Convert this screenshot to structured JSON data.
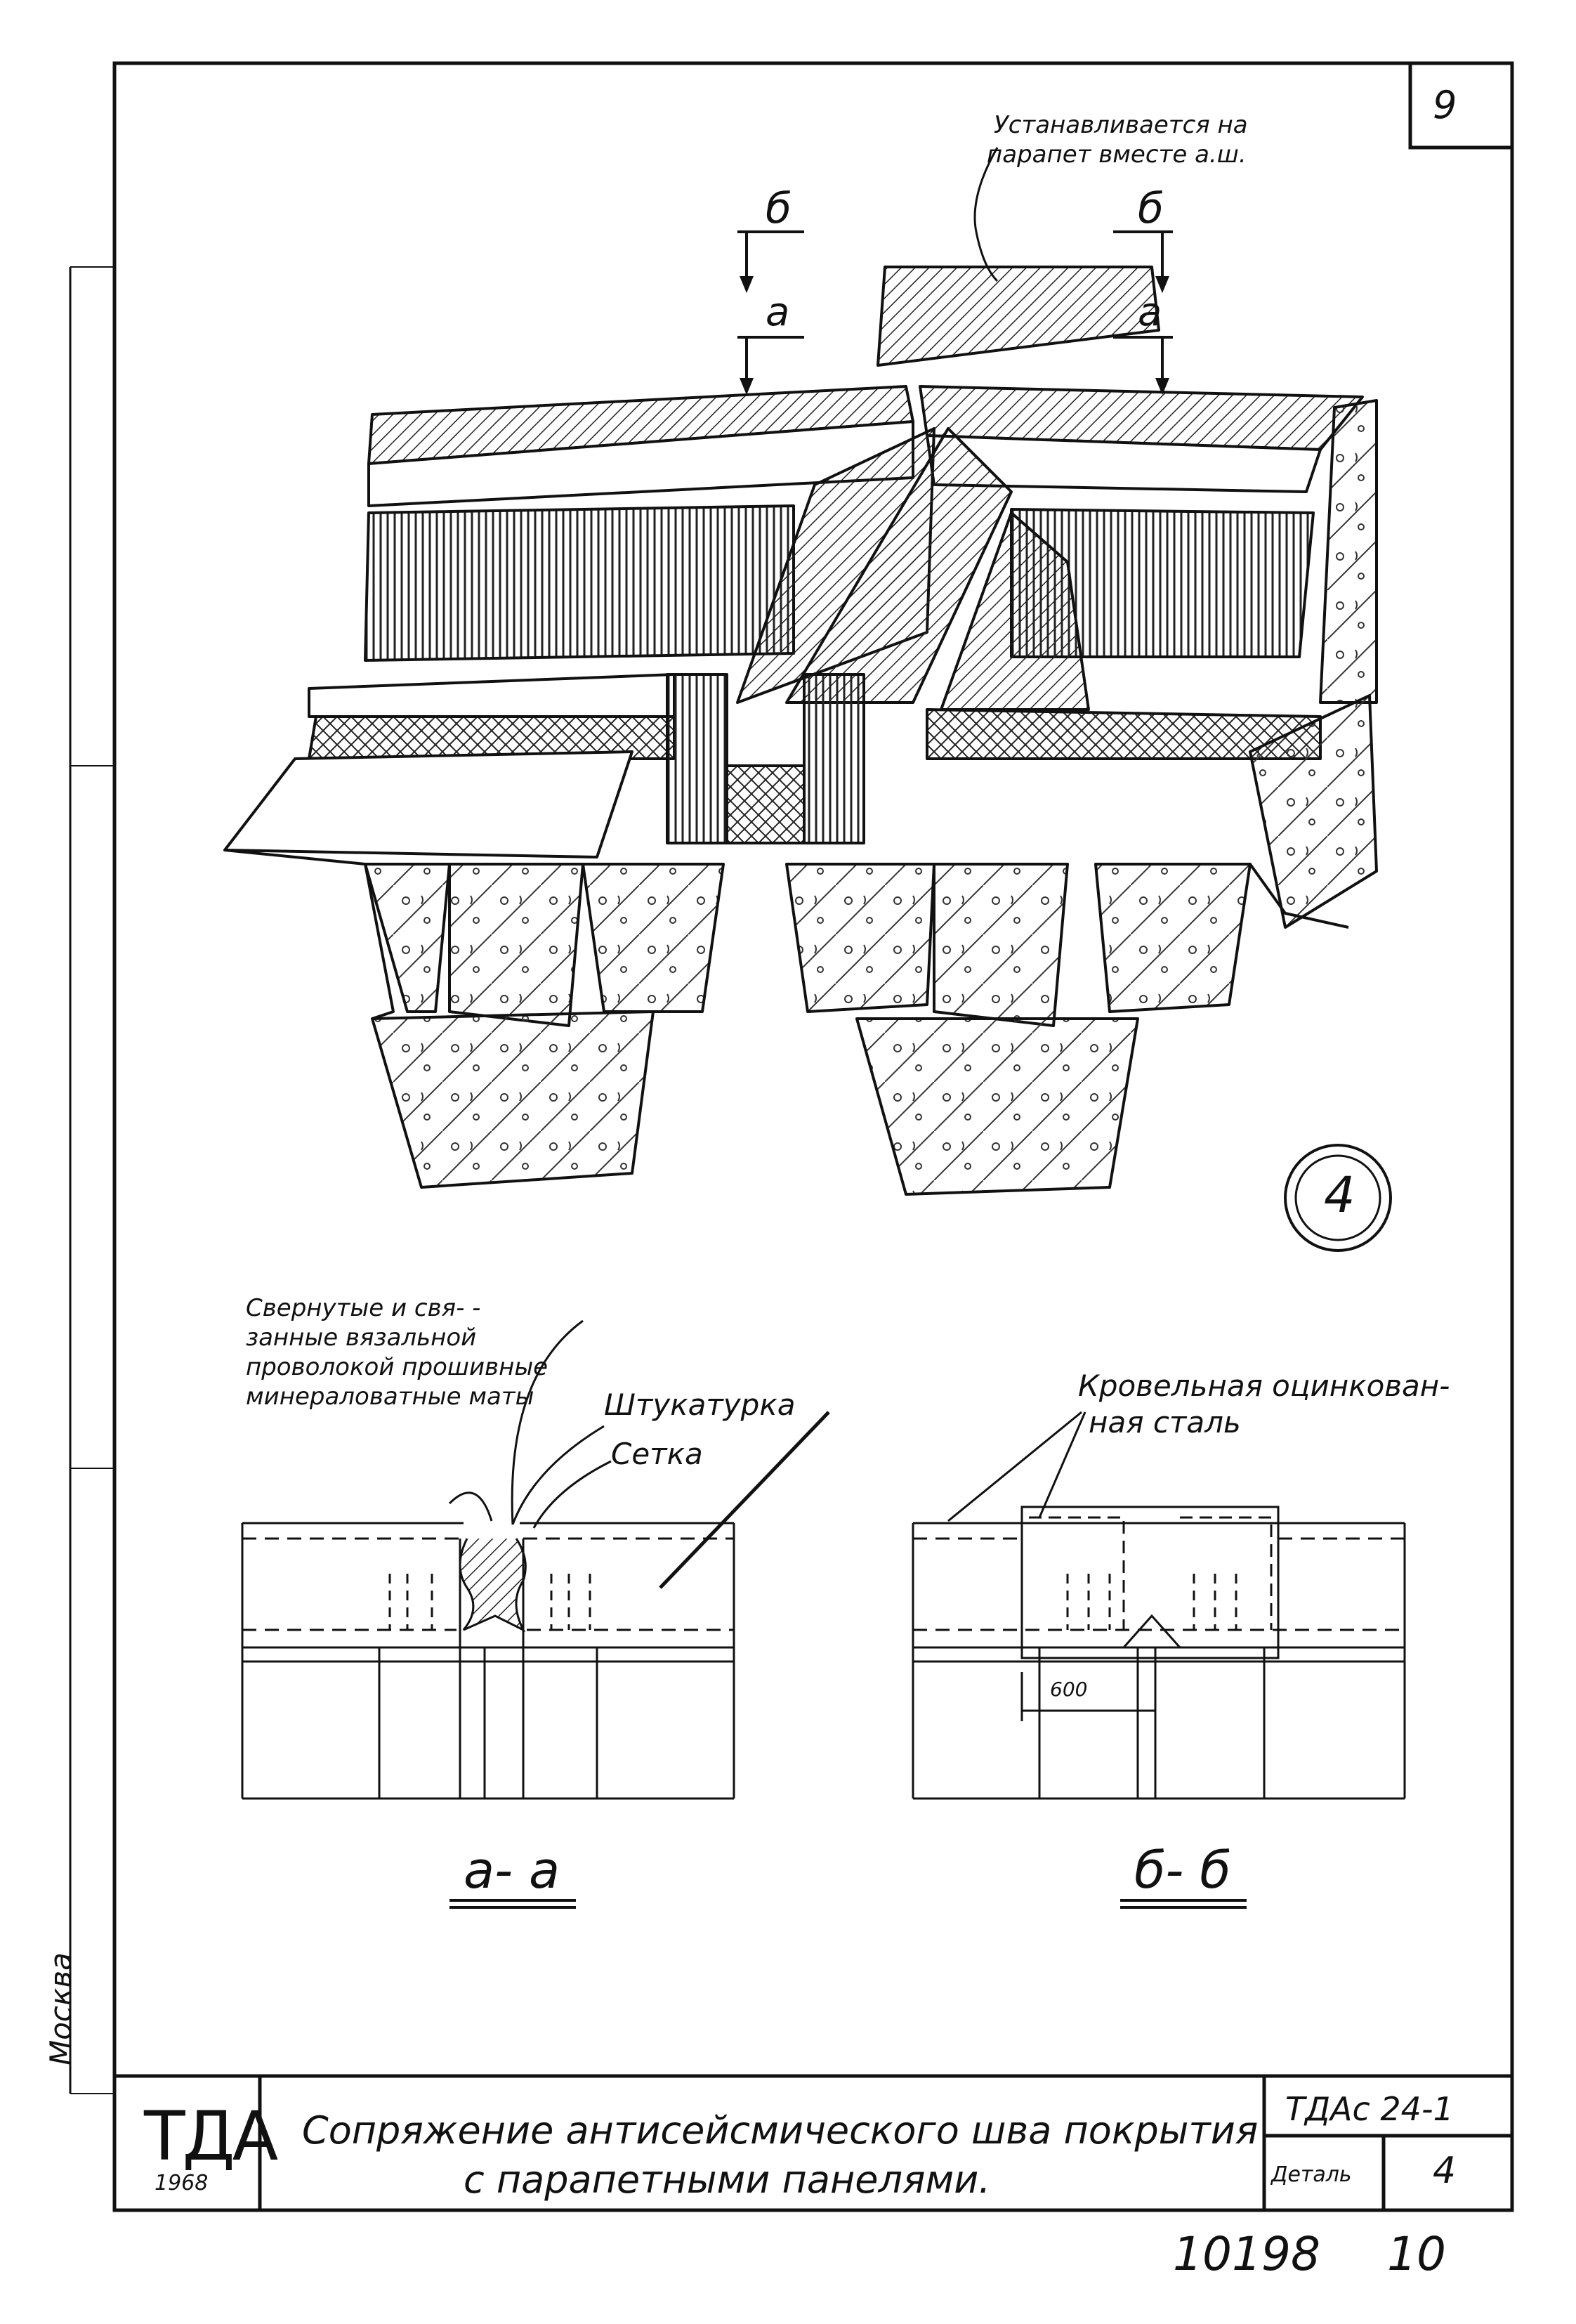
{
  "sheet": {
    "number": "9",
    "detail_number": "4",
    "city": "Москва"
  },
  "annotations": {
    "parapet_note": [
      "Устанавливается на",
      "парапет вместе а.ш."
    ],
    "section_mark_b": "б",
    "section_mark_a": "а",
    "mats_note": [
      "Свернутые и свя- -",
      "занные вязальной",
      "проволокой прошивные",
      "минераловатные маты"
    ],
    "plaster": "Штукатурка",
    "mesh": "Сетка",
    "steel_note": [
      "Кровельная оцинкован-",
      "ная сталь"
    ],
    "dimension_600": "600",
    "section_aa": "а- а",
    "section_bb": "б- б"
  },
  "title_block": {
    "logo": "ТДА",
    "year": "1968",
    "title_line1": "Сопряжение антисейсмического шва покрытия",
    "title_line2": "с парапетными панелями.",
    "code": "ТДАс 24-1",
    "detail_label": "Деталь",
    "detail_value": "4"
  },
  "footer": {
    "archive_no": "10198",
    "page": "10"
  }
}
